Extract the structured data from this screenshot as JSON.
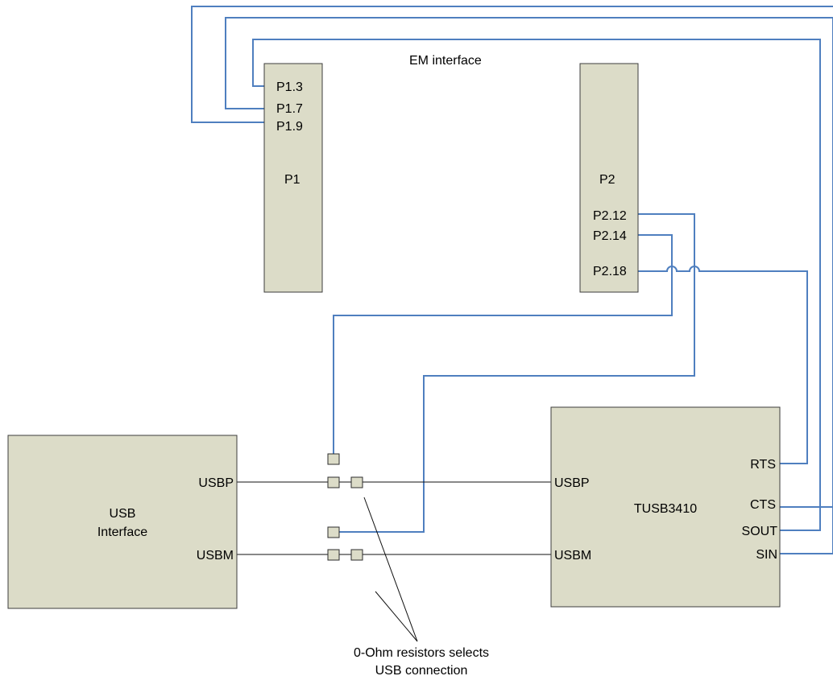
{
  "colors": {
    "block_fill": "#dcdcc8",
    "wire_blue": "#4f7fbf",
    "wire_black": "#111111"
  },
  "title": "EM interface",
  "p1": {
    "label": "P1",
    "pins": [
      "P1.3",
      "P1.7",
      "P1.9"
    ]
  },
  "p2": {
    "label": "P2",
    "pins": [
      "P2.12",
      "P2.14",
      "P2.18"
    ]
  },
  "usb_block": {
    "label_line1": "USB",
    "label_line2": "Interface",
    "pin_p": "USBP",
    "pin_m": "USBM"
  },
  "tusb_block": {
    "label": "TUSB3410",
    "pin_usbp": "USBP",
    "pin_usbm": "USBM",
    "pin_rts": "RTS",
    "pin_cts": "CTS",
    "pin_sout": "SOUT",
    "pin_sin": "SIN"
  },
  "annotation": {
    "line1": "0-Ohm resistors selects",
    "line2": "USB connection"
  }
}
